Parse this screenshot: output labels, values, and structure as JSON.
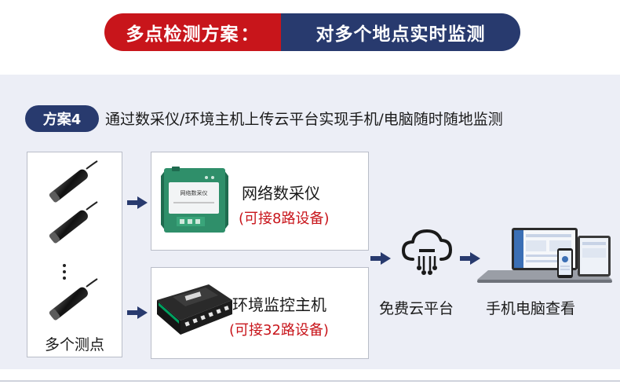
{
  "banner": {
    "left": "多点检测方案",
    "colon": "：",
    "right": "对多个地点实时监测"
  },
  "scheme": {
    "tag": "方案4",
    "description": "通过数采仪/环境主机上传云平台实现手机/电脑随时随地监测"
  },
  "sensors": {
    "label": "多个测点"
  },
  "rtu": {
    "title": "网络数采仪",
    "subtitle": "(可接8路设备)",
    "device_text": "网络数采仪"
  },
  "host": {
    "title": "环境监控主机",
    "subtitle": "(可接32路设备)"
  },
  "cloud": {
    "label": "免费云平台"
  },
  "view": {
    "label": "手机电脑查看"
  },
  "colors": {
    "red": "#c8151b",
    "navy": "#283a6e",
    "panel": "#eceef6",
    "device_green": "#2f8f6a"
  }
}
